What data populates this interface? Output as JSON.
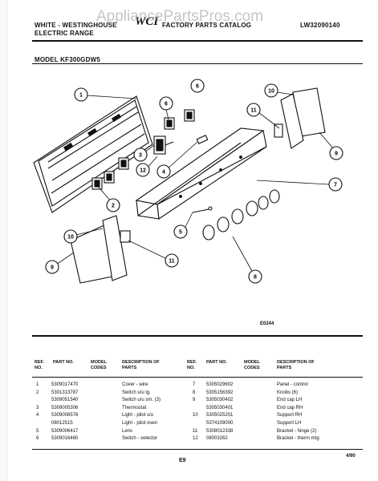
{
  "header": {
    "line1_left": "WHITE - WESTINGHOUSE",
    "line2_left": "ELECTRIC RANGE",
    "catalog": "FACTORY PARTS CATALOG",
    "catalog_no": "LW32090140",
    "watermark": "AppliancePartsPros.com",
    "logo": "WCI",
    "model": "MODEL KF300GDW5"
  },
  "diagram": {
    "callouts": [
      "1",
      "2",
      "3",
      "4",
      "5",
      "6",
      "7",
      "8",
      "9",
      "10",
      "11",
      "12"
    ],
    "code": "E0244"
  },
  "table": {
    "headers": {
      "ref": "REF. NO.",
      "part": "PART NO.",
      "model": "MODEL CODES",
      "desc": "DESCRIPTION OF PARTS"
    },
    "left_rows": [
      {
        "ref": "1",
        "part": "5309017470",
        "model": "",
        "desc": "Cover - wire"
      },
      {
        "ref": "2",
        "part": "5301313787",
        "model": "",
        "desc": "Switch u/u lg."
      },
      {
        "ref": "",
        "part": "5309051540",
        "model": "",
        "desc": "Switch u/u sm. (3)"
      },
      {
        "ref": "3",
        "part": "5309005306",
        "model": "",
        "desc": "Thermostat"
      },
      {
        "ref": "4",
        "part": "5309006576",
        "model": "",
        "desc": "Light - pilot s/u"
      },
      {
        "ref": "",
        "part": "08012515",
        "model": "",
        "desc": "Light - pilot oven"
      },
      {
        "ref": "5",
        "part": "5309006417",
        "model": "",
        "desc": "Lens"
      },
      {
        "ref": "6",
        "part": "5309016460",
        "model": "",
        "desc": "Switch - selector"
      }
    ],
    "right_rows": [
      {
        "ref": "7",
        "part": "5305029602",
        "model": "",
        "desc": "Panel - control"
      },
      {
        "ref": "8",
        "part": "5305156392",
        "model": "",
        "desc": "Knobs (6)"
      },
      {
        "ref": "9",
        "part": "5305030402",
        "model": "",
        "desc": "End cap LH"
      },
      {
        "ref": "",
        "part": "5305030401",
        "model": "",
        "desc": "End cap RH"
      },
      {
        "ref": "10",
        "part": "5305025201",
        "model": "",
        "desc": "Support RH"
      },
      {
        "ref": "",
        "part": "5374109000",
        "model": "",
        "desc": "Support LH"
      },
      {
        "ref": "11",
        "part": "5308012338",
        "model": "",
        "desc": "Bracket - hinge (2)"
      },
      {
        "ref": "12",
        "part": "08003262",
        "model": "",
        "desc": "Bracket - therm mtg"
      }
    ]
  },
  "footer": {
    "page": "E9",
    "date": "4/90"
  }
}
